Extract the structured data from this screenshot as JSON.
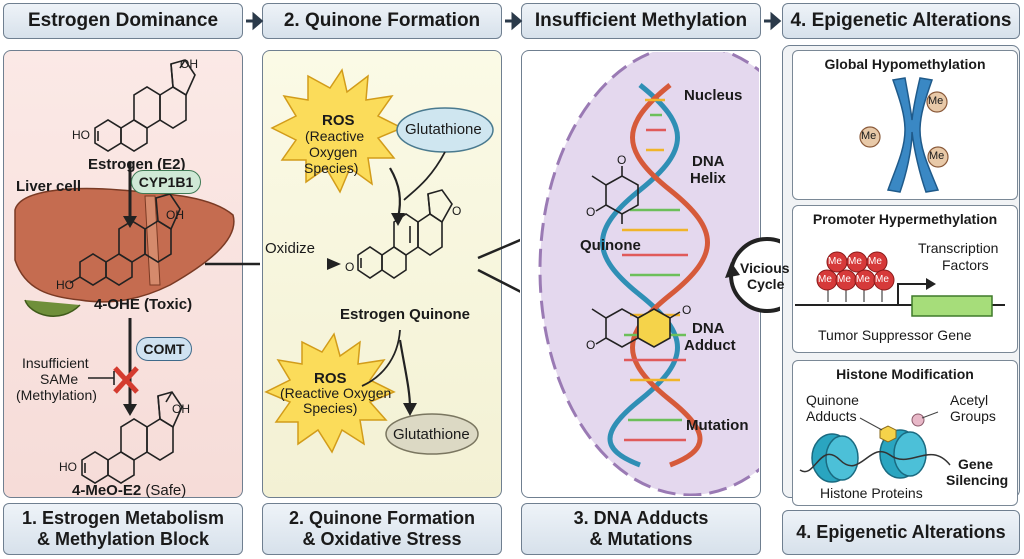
{
  "headers": {
    "h1": "Estrogen Dominance",
    "h2": "2. Quinone Formation",
    "h3": "Insufficient Methylation",
    "h4": "4. Epigenetic Alterations"
  },
  "footers": {
    "f1_line1": "1. Estrogen Metabolism",
    "f1_line2": "& Methylation Block",
    "f2_line1": "2. Quinone Formation",
    "f2_line2": "& Oxidative Stress",
    "f3_line1": "3. DNA Adducts",
    "f3_line2": "& Mutations",
    "f4_line1": "4. Epigenetic Alterations"
  },
  "panel1": {
    "oh_top": "OH",
    "ho_e2": "HO",
    "estrogen": "Estrogen (E2)",
    "liver_cell": "Liver cell",
    "cyp": "CYP1B1",
    "oh_mid": "OH",
    "ho_ohe": "HO",
    "ohe": "4-OHE (Toxic)",
    "comt": "COMT",
    "insufficient": "Insufficient",
    "same": "SAMe",
    "methylation": "(Methylation)",
    "oh_bottom": "OH",
    "ho_meo": "HO",
    "meo_bold": "4-MeO-E2",
    "meo_safe": "(Safe)"
  },
  "panel2": {
    "ros1_l1": "ROS",
    "ros1_l2": "(Reactive",
    "ros1_l3": "Oxygen",
    "ros1_l4": "Species)",
    "glutathione1": "Glutathione",
    "oxidize": "Oxidize",
    "o_top": "O",
    "o_left": "O",
    "quinone": "Estrogen Quinone",
    "ros2_l1": "ROS",
    "ros2_l2": "(Reactive Oxygen",
    "ros2_l3": "Species)",
    "glutathione2": "Glutathione"
  },
  "panel3": {
    "nucleus": "Nucleus",
    "dna_helix_l1": "DNA",
    "dna_helix_l2": "Helix",
    "quinone": "Quinone",
    "o1": "O",
    "o2": "O",
    "o3": "O",
    "o4": "O",
    "adduct_l1": "DNA",
    "adduct_l2": "Adduct",
    "mutation": "Mutation",
    "vicious_l1": "Vicious",
    "vicious_l2": "Cycle"
  },
  "panel4": {
    "global": "Global Hypomethylation",
    "me": "Me",
    "promoter": "Promoter Hypermethylation",
    "transcription_l1": "Transcription",
    "transcription_l2": "Factors",
    "tumor": "Tumor Suppressor Gene",
    "histone": "Histone Modification",
    "quinone_adducts_l1": "Quinone",
    "quinone_adducts_l2": "Adducts",
    "acetyl_l1": "Acetyl",
    "acetyl_l2": "Groups",
    "gene_l1": "Gene",
    "gene_l2": "Silencing",
    "histone_proteins": "Histone Proteins"
  },
  "colors": {
    "panel1_bg": "#f9e3df",
    "panel2_bg": "#f7f5dc",
    "nucleus": "#e2d6ec",
    "liver": "#c06a4e",
    "teal": "#3a9bb5",
    "red": "#d43b2f"
  }
}
